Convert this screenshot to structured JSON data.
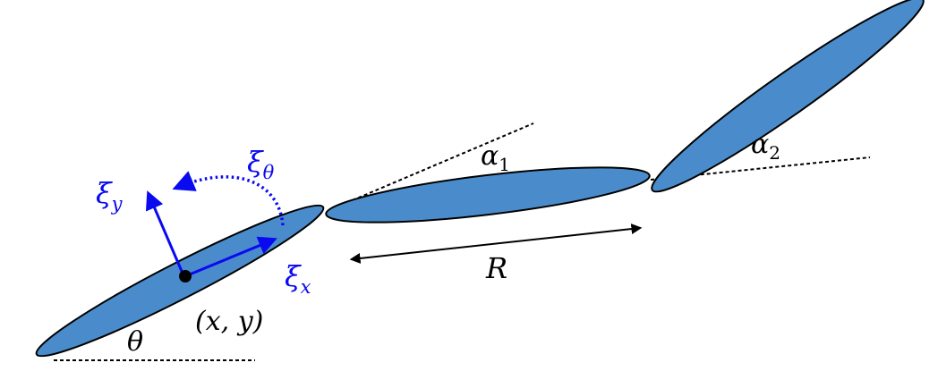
{
  "colors": {
    "link_fill": "#4a8ccb",
    "link_stroke": "#000000",
    "frame_blue": "#0a0af0",
    "ink": "#000000",
    "background": "#ffffff"
  },
  "labels": {
    "theta": "θ",
    "xy": "(x, y)",
    "xi": "ξ",
    "xi_theta_sub": "θ",
    "xi_y_sub": "y",
    "xi_x_sub": "x",
    "alpha": "α",
    "alpha1_sub": "1",
    "alpha2_sub": "2",
    "R": "R"
  },
  "icons": {
    "R_arrow": "double-headed-arrow",
    "frame_arrows": "arrow",
    "xi_theta_arrow": "dotted-curved-arrow"
  }
}
